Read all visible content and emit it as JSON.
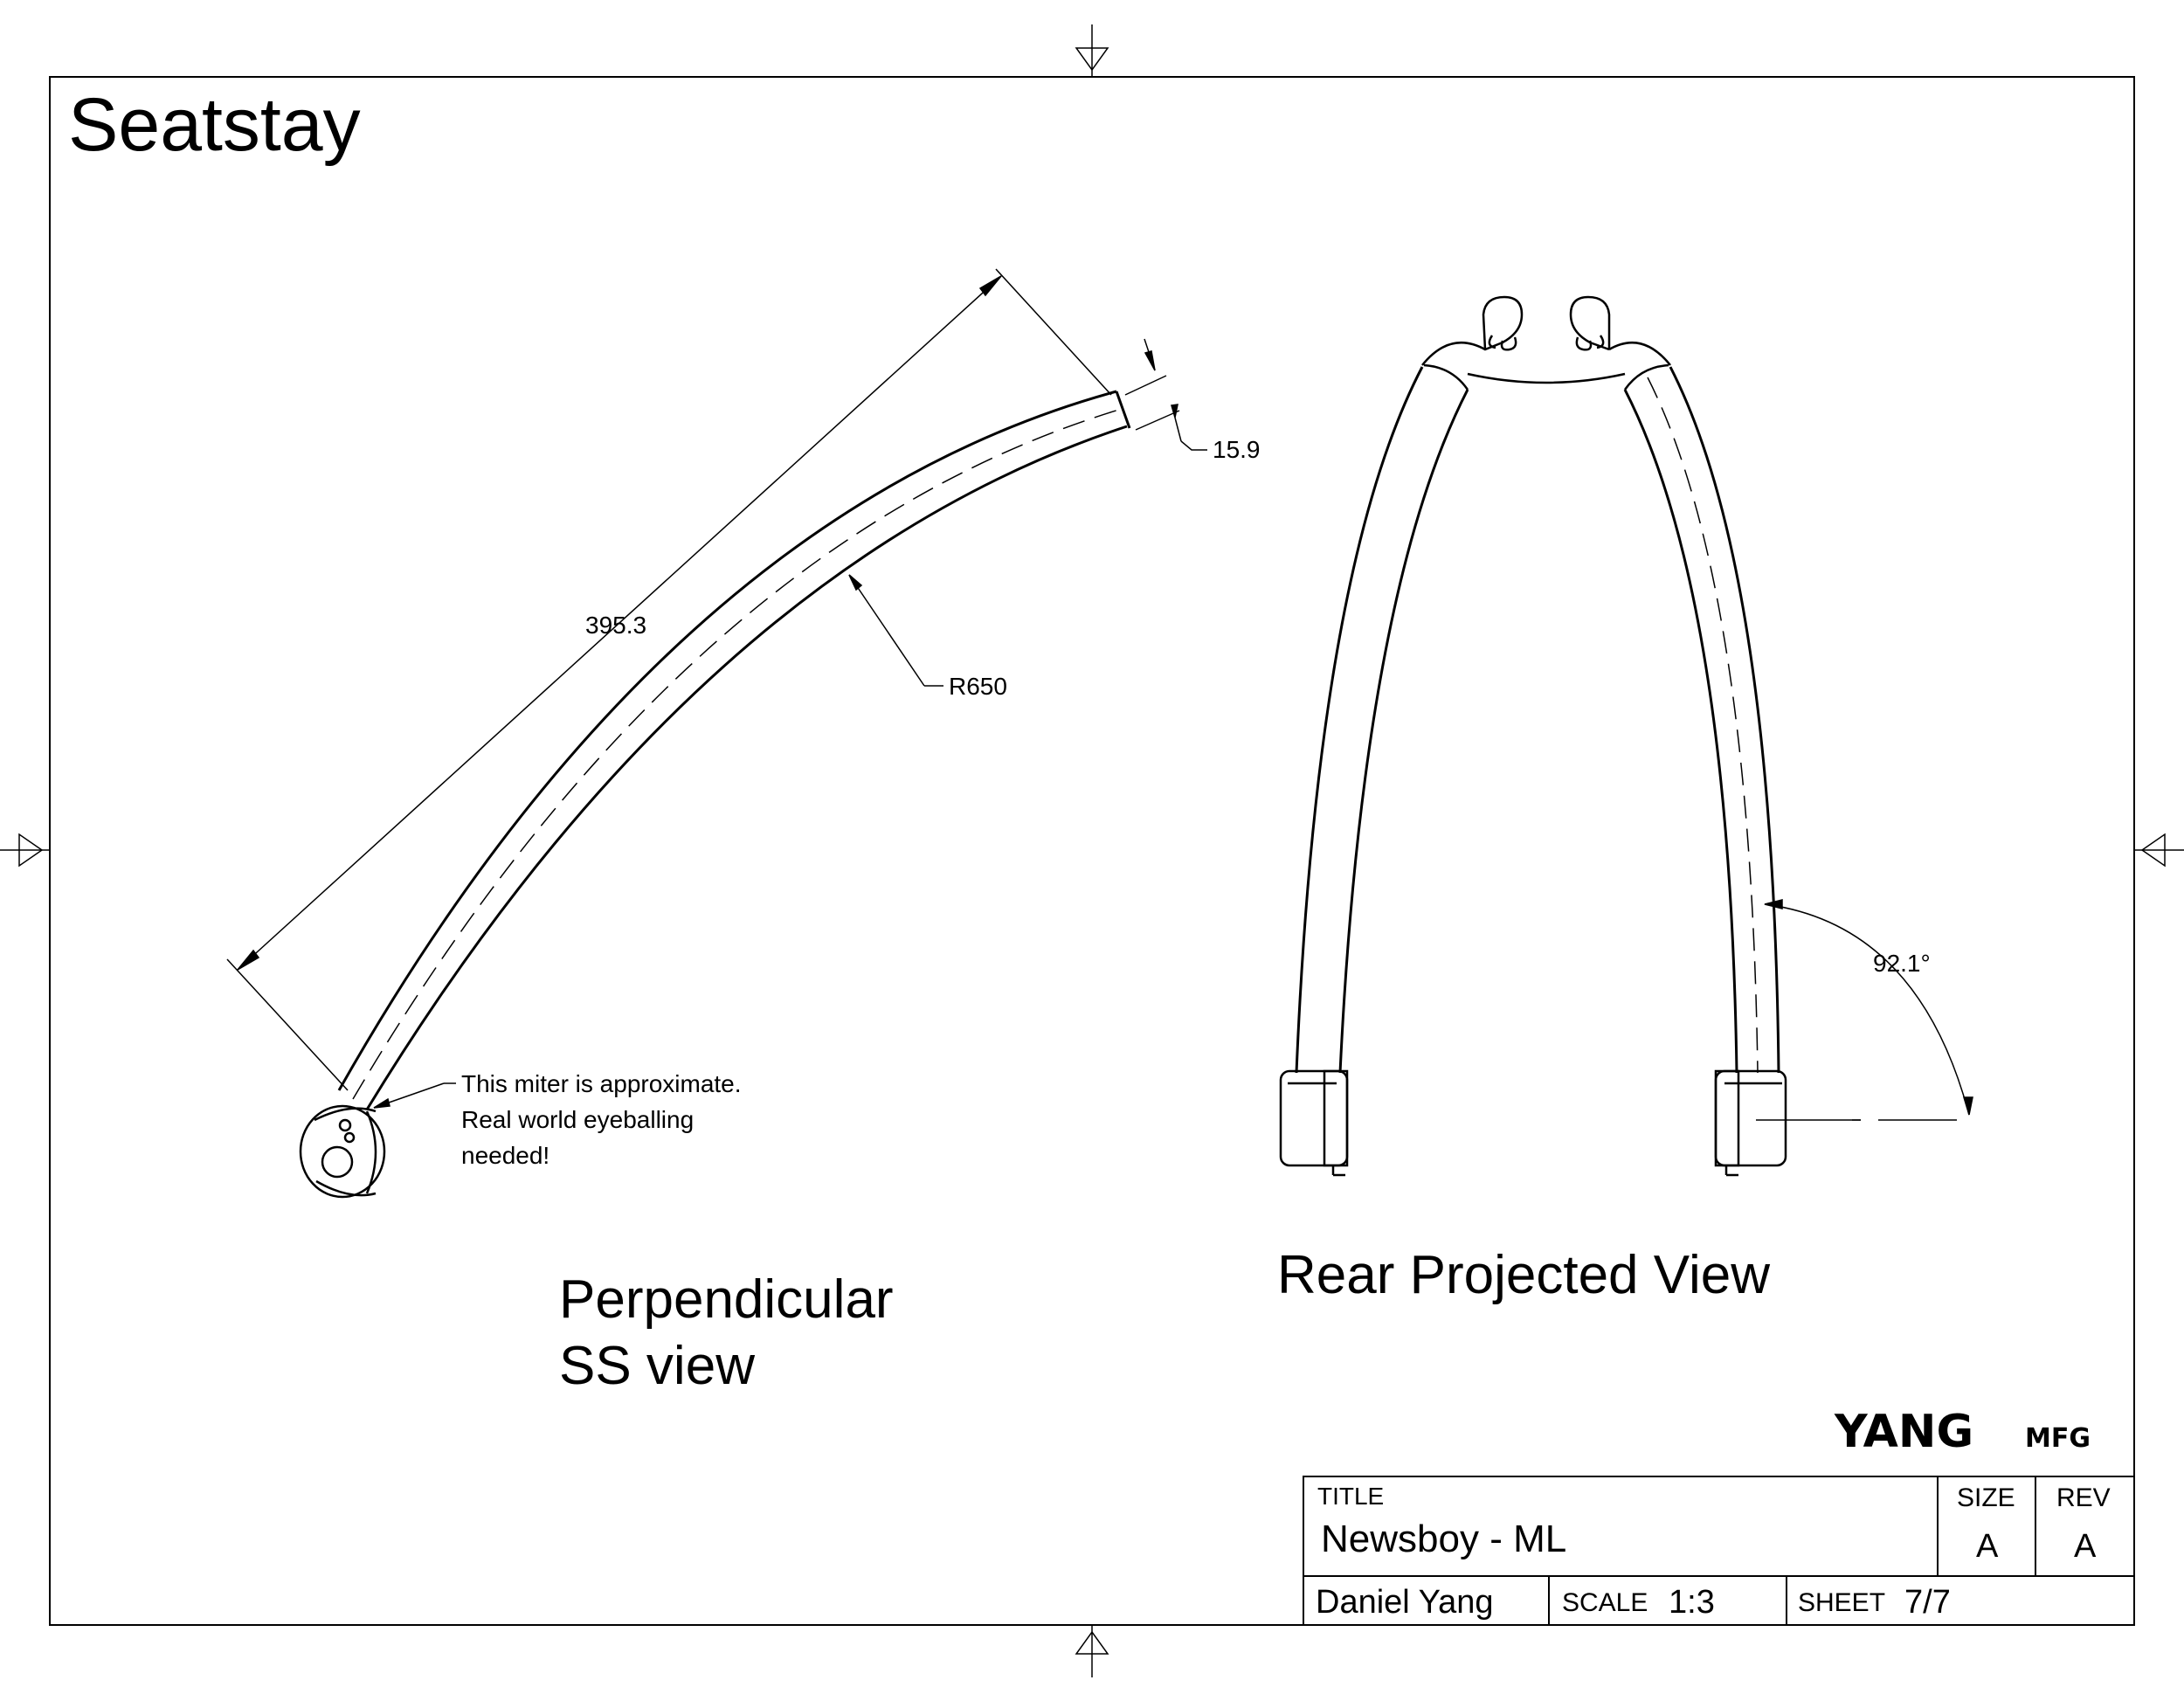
{
  "sheet": {
    "heading": "Seatstay"
  },
  "views": {
    "perpendicular": {
      "caption_line1": "Perpendicular",
      "caption_line2": "SS view",
      "dim_length": "395.3",
      "dim_diameter": "15.9",
      "dim_radius": "R650",
      "note_line1": "This miter is approximate.",
      "note_line2": "Real world eyeballing",
      "note_line3": "needed!"
    },
    "rear": {
      "caption": "Rear Projected View",
      "dim_angle": "92.1°"
    }
  },
  "title_block": {
    "logo_main": "YANG",
    "logo_sub": "MFG",
    "title_label": "TITLE",
    "title_value": "Newsboy - ML",
    "size_label": "SIZE",
    "size_value": "A",
    "rev_label": "REV",
    "rev_value": "A",
    "drawn_by": "Daniel Yang",
    "scale_label": "SCALE",
    "scale_value": "1:3",
    "sheet_label": "SHEET",
    "sheet_value": "7/7"
  }
}
